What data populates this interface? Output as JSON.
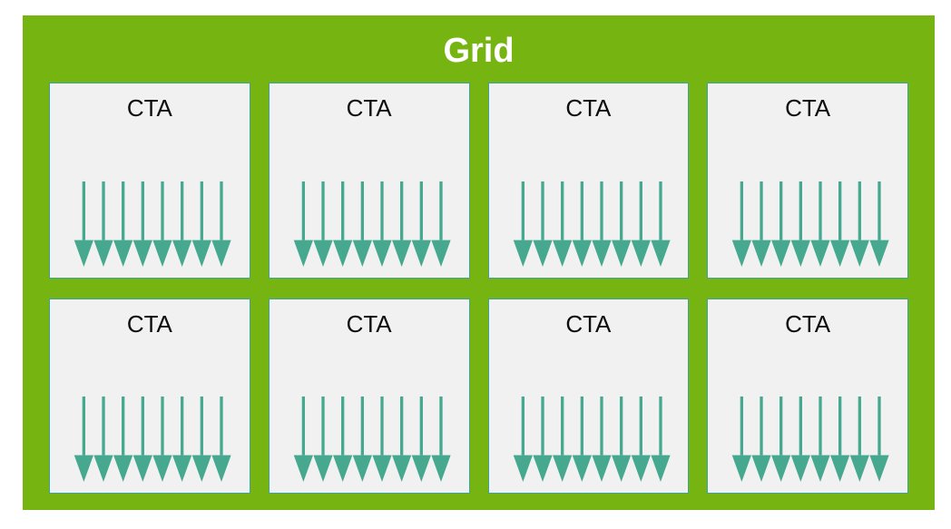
{
  "diagram": {
    "title": "Grid",
    "type": "cuda-grid-of-thread-blocks",
    "panel_color": "#76b511",
    "title_color": "#ffffff",
    "block_fill": "#f1f1f1",
    "block_border_color": "#3ea3a0",
    "arrow_color": "#45a88f",
    "label_color": "#0d0d0d",
    "rows": 2,
    "columns": 4,
    "blocks_total": 8,
    "threads_per_block": 8,
    "blocks": [
      [
        {
          "label": "CTA",
          "threads": 8
        },
        {
          "label": "CTA",
          "threads": 8
        },
        {
          "label": "CTA",
          "threads": 8
        },
        {
          "label": "CTA",
          "threads": 8
        }
      ],
      [
        {
          "label": "CTA",
          "threads": 8
        },
        {
          "label": "CTA",
          "threads": 8
        },
        {
          "label": "CTA",
          "threads": 8
        },
        {
          "label": "CTA",
          "threads": 8
        }
      ]
    ]
  }
}
